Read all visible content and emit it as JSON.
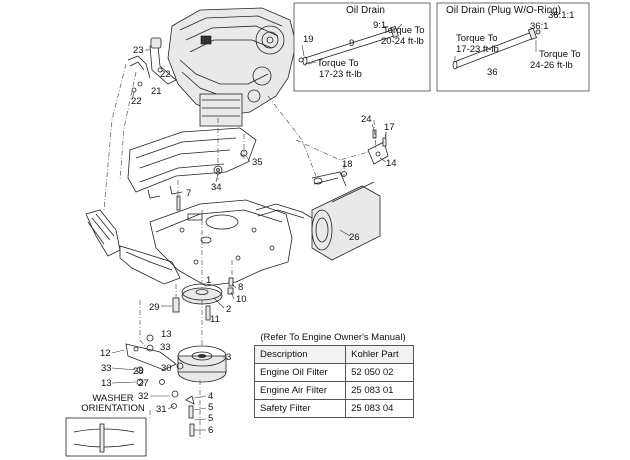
{
  "callouts": {
    "c1": "1",
    "c2": "2",
    "c3": "3",
    "c4": "4",
    "c5a": "5",
    "c5b": "5",
    "c6": "6",
    "c7": "7",
    "c8": "8",
    "c9": "9",
    "c10": "10",
    "c11": "11",
    "c12": "12",
    "c13a": "13",
    "c13b": "13",
    "c14": "14",
    "c17": "17",
    "c18": "18",
    "c19": "19",
    "c21": "21",
    "c22a": "22",
    "c22b": "22",
    "c23": "23",
    "c24": "24",
    "c26": "26",
    "c27": "27",
    "c28": "28",
    "c29": "29",
    "c30": "30",
    "c31": "31",
    "c32": "32",
    "c33a": "33",
    "c33b": "33",
    "c34": "34",
    "c35": "35",
    "c36": "36",
    "c36_1": "36:1",
    "c36_1_1": "36:1:1",
    "c9_1": "9:1"
  },
  "inset_left": {
    "title": "Oil Drain",
    "torque_a_line1": "Torque To",
    "torque_a_line2": "20-24 ft-lb",
    "torque_b_line1": "Torque To",
    "torque_b_line2": "17-23 ft-lb"
  },
  "inset_right": {
    "title": "Oil Drain (Plug W/O-Ring)",
    "torque_a_line1": "Torque To",
    "torque_a_line2": "17-23 ft-lb",
    "torque_b_line1": "Torque To",
    "torque_b_line2": "24-26 ft-lb"
  },
  "parts_note": {
    "title": "(Refer To Engine Owner's Manual)",
    "col_description": "Description",
    "col_part": "Kohler Part",
    "rows": [
      {
        "description": "Engine Oil Filter",
        "part": "52 050 02"
      },
      {
        "description": "Engine Air Filter",
        "part": "25 083 01"
      },
      {
        "description": "Safety Filter",
        "part": "25 083 04"
      }
    ]
  },
  "washer": {
    "line1": "WASHER",
    "line2": "ORIENTATION"
  }
}
